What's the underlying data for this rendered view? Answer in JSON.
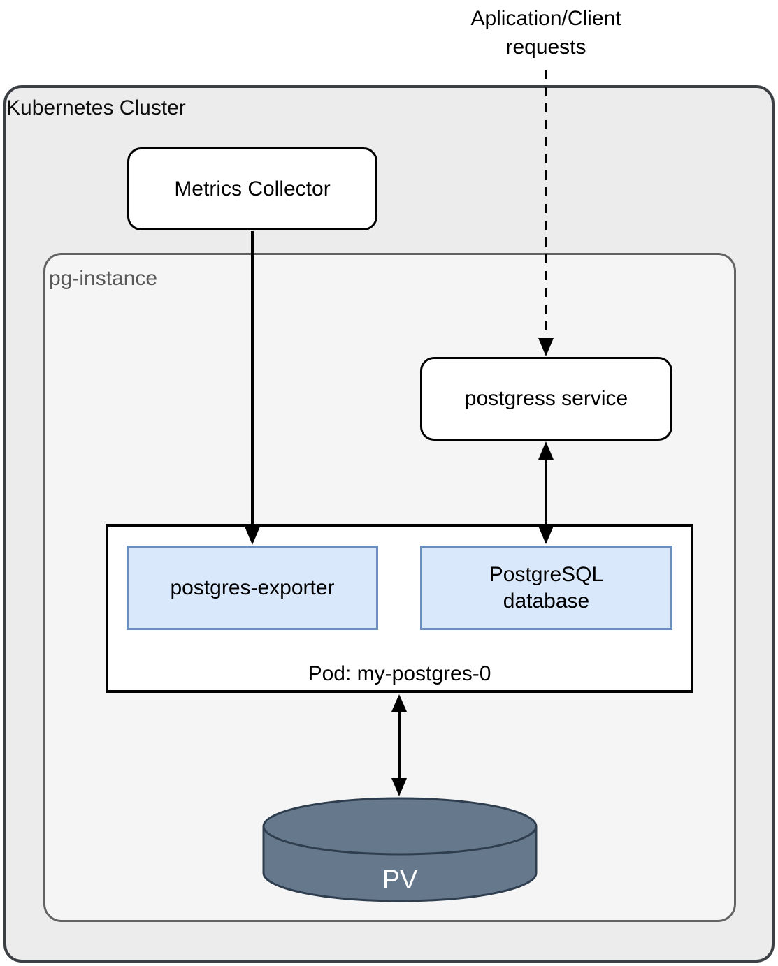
{
  "title": {
    "line1": "Aplication/Client",
    "line2": "requests"
  },
  "kubernetes_cluster": {
    "label": "Kubernetes Cluster"
  },
  "pg_instance": {
    "label": "pg-instance"
  },
  "nodes": {
    "metrics_collector": {
      "label": "Metrics Collector"
    },
    "postgres_service": {
      "label": "postgress service"
    },
    "pod": {
      "label": "Pod: my-postgres-0"
    },
    "postgres_exporter": {
      "label": "postgres-exporter"
    },
    "postgresql_database": {
      "line1": "PostgreSQL",
      "line2": "database"
    },
    "pv": {
      "label": "PV"
    }
  },
  "edges": [
    {
      "from": "application-client-requests",
      "to": "postgress-service",
      "style": "dashed",
      "direction": "down"
    },
    {
      "from": "metrics-collector",
      "to": "postgres-exporter",
      "style": "solid",
      "direction": "down"
    },
    {
      "from": "postgress-service",
      "to": "postgresql-database",
      "style": "solid",
      "direction": "both"
    },
    {
      "from": "pod-my-postgres-0",
      "to": "pv",
      "style": "solid",
      "direction": "both"
    }
  ],
  "colors": {
    "page_bg": "#ffffff",
    "cluster_fill": "#ececec",
    "cluster_border": "#3c4044",
    "instance_fill": "#f5f5f5",
    "instance_border": "#626262",
    "instance_label": "#595959",
    "node_fill": "#ffffff",
    "node_border": "#000000",
    "container_fill": "#dae8fc",
    "container_border": "#6c8ebf",
    "pv_fill": "#66788c",
    "pv_border": "#2f3e4f",
    "pv_text": "#ffffff",
    "arrow": "#000000"
  }
}
